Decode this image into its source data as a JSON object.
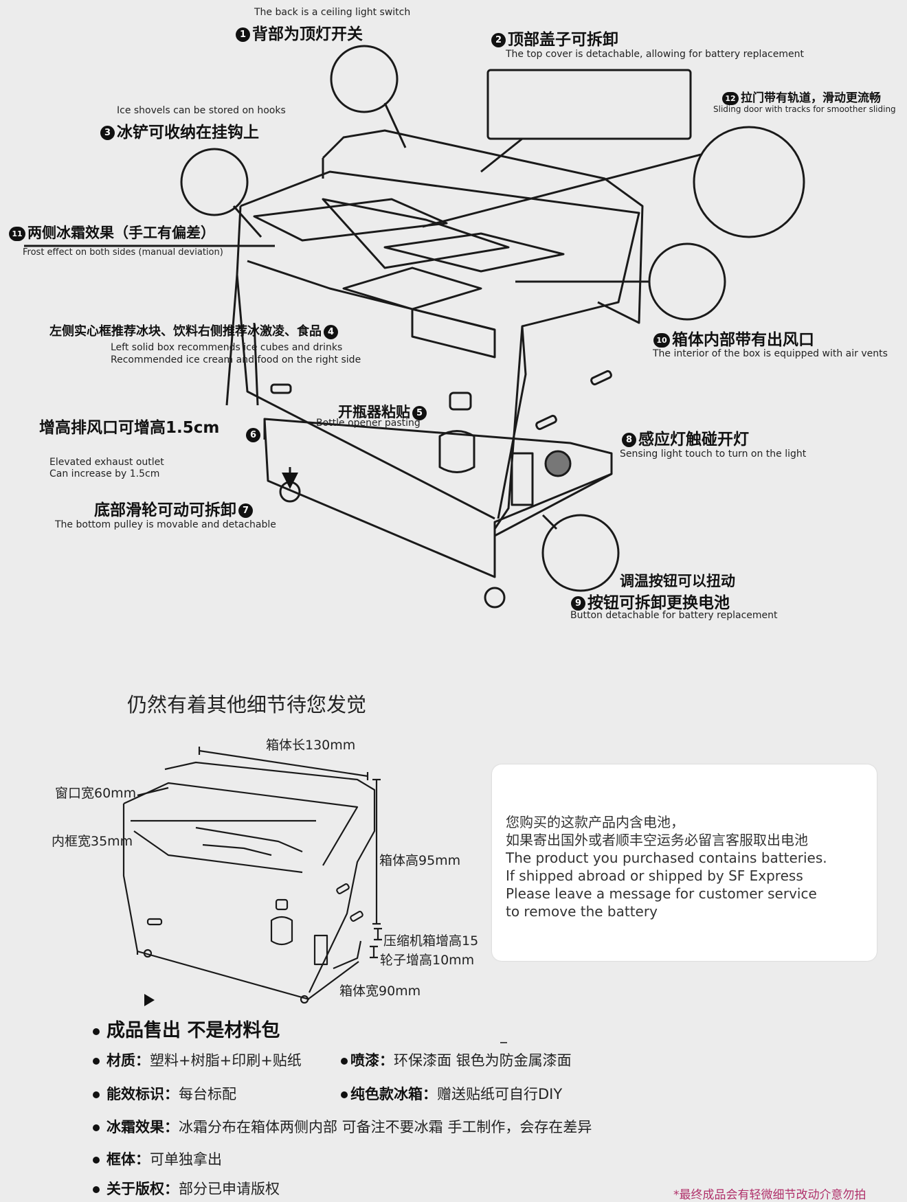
{
  "callouts": {
    "c1": {
      "num": "1",
      "cn": "背部为顶灯开关",
      "en": "The back is a ceiling light switch"
    },
    "c2": {
      "num": "2",
      "cn": "顶部盖子可拆卸",
      "en": "The top cover is detachable, allowing for battery replacement"
    },
    "c3": {
      "num": "3",
      "cn": "冰铲可收纳在挂钩上",
      "en": "Ice shovels can be stored on hooks"
    },
    "c4": {
      "num": "4",
      "cn": "左侧实心框推荐冰块、饮料右侧推荐冰激凌、食品",
      "en1": "Left solid box recommends ice cubes and drinks",
      "en2": "Recommended ice cream and food on the right side"
    },
    "c5": {
      "num": "5",
      "cn": "开瓶器粘贴",
      "en": "Bottle opener pasting"
    },
    "c6": {
      "num": "6",
      "cn": "增高排风口可增高1.5cm",
      "en1": "Elevated exhaust outlet",
      "en2": "Can increase by 1.5cm"
    },
    "c7": {
      "num": "7",
      "cn": "底部滑轮可动可拆卸",
      "en": "The bottom pulley is movable and detachable"
    },
    "c8": {
      "num": "8",
      "cn": "感应灯触碰开灯",
      "en": "Sensing light touch to turn on the light"
    },
    "c9": {
      "num": "9",
      "cn_top": "调温按钮可以扭动",
      "cn": "按钮可拆卸更换电池",
      "en": "Button detachable for battery replacement"
    },
    "c10": {
      "num": "10",
      "cn": "箱体内部带有出风口",
      "en": "The interior of the box is equipped with air vents"
    },
    "c11": {
      "num": "11",
      "cn": "两侧冰霜效果（手工有偏差）",
      "en": "Frost effect on both sides (manual deviation)"
    },
    "c12": {
      "num": "12",
      "cn": "拉门带有轨道，滑动更流畅",
      "en": "Sliding door with tracks for smoother sliding"
    }
  },
  "details_heading": "仍然有着其他细节待您发觉",
  "dimensions": {
    "length": "箱体长130mm",
    "window": "窗口宽60mm",
    "inner": "内框宽35mm",
    "height": "箱体高95mm",
    "compressor": "压缩机箱增高15",
    "wheel": "轮子增高10mm",
    "width": "箱体宽90mm"
  },
  "battery_notice": {
    "cn1": "您购买的这款产品内含电池，",
    "cn2": "如果寄出国外或者顺丰空运务必留言客服取出电池",
    "en1": "The product you purchased contains batteries.",
    "en2": "If shipped abroad or shipped by SF Express",
    "en3": "Please leave a message for customer service",
    "en4": " to remove the battery"
  },
  "specs": {
    "headline": "成品售出 不是材料包",
    "material_label": "材质：",
    "material_value": "塑料+树脂+印刷+贴纸",
    "paint_label": "喷漆：",
    "paint_value": "环保漆面 银色为防金属漆面",
    "energy_label": "能效标识：",
    "energy_value": "每台标配",
    "solid_label": "纯色款冰箱：",
    "solid_value": "赠送贴纸可自行DIY",
    "frost_label": "冰霜效果：",
    "frost_value": "冰霜分布在箱体两侧内部 可备注不要冰霜 手工制作，会存在差异",
    "frame_label": "框体：",
    "frame_value": "可单独拿出",
    "copyright_label": "关于版权：",
    "copyright_value": "部分已申请版权"
  },
  "footnote": "*最终成品会有轻微细节改动介意勿拍",
  "colors": {
    "footnote": "#b0306a",
    "background": "#ececec"
  }
}
